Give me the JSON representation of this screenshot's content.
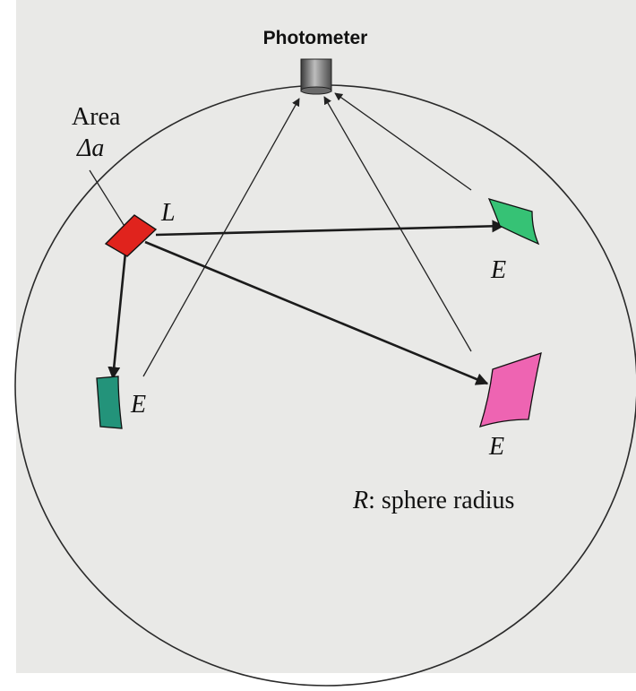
{
  "labels": {
    "photometer": "Photometer",
    "area": "Area",
    "delta_a": "Δa",
    "luminance": "L",
    "e_top_right": "E",
    "e_bottom_left": "E",
    "e_bottom_right": "E",
    "radius_symbol": "R",
    "radius_text": ": sphere radius"
  },
  "colors": {
    "source_patch": "#e0231d",
    "patch_top_right": "#36c275",
    "patch_bottom_left": "#23937a",
    "patch_bottom_right": "#ee64b2",
    "photometer_body": "#8c8c8c",
    "background": "#e9e9e7",
    "line": "#222222"
  }
}
